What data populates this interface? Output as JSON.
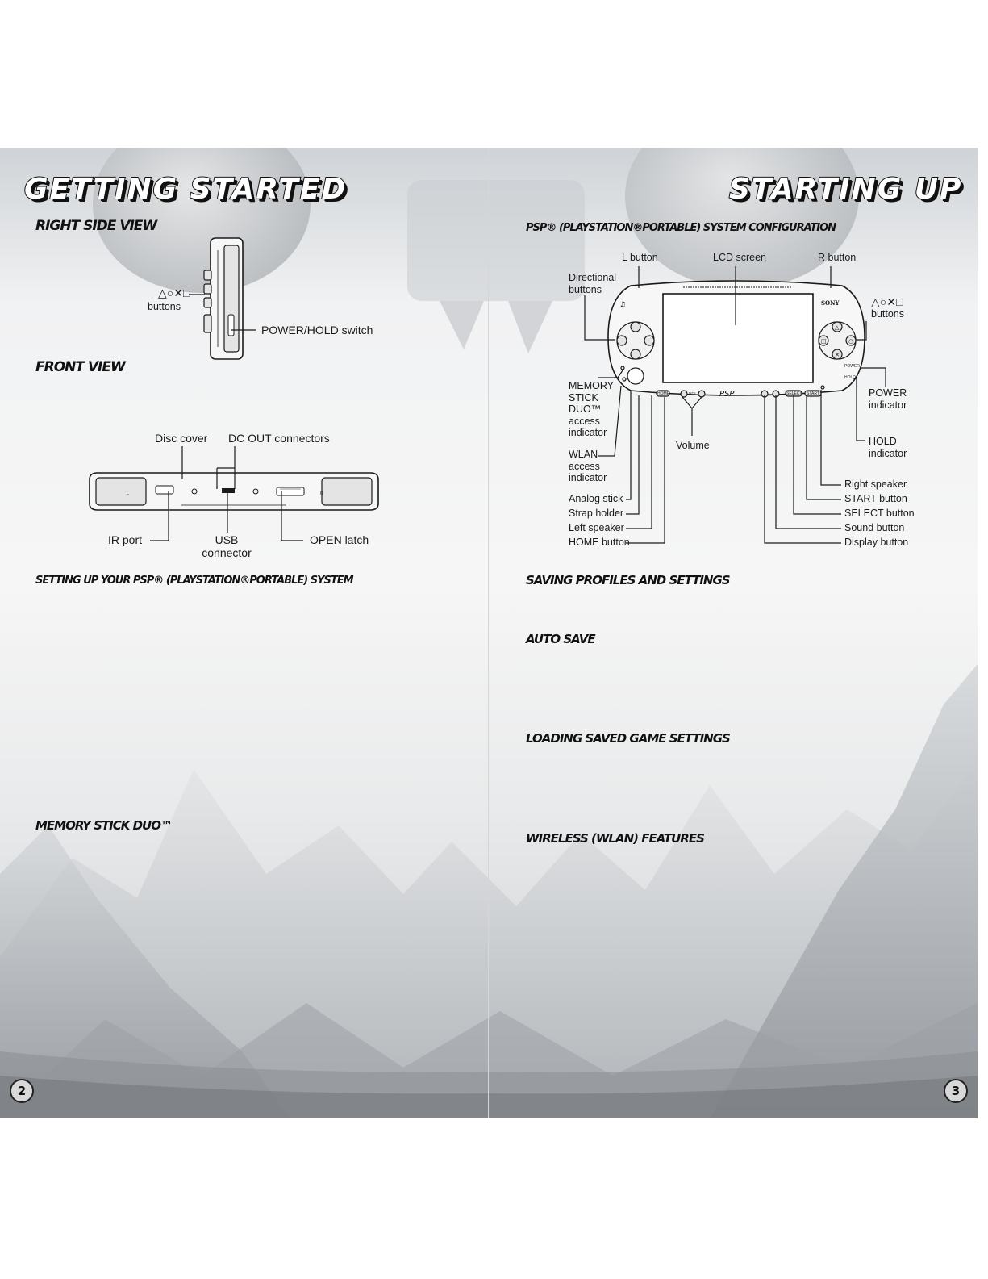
{
  "left_page": {
    "banner": "Getting Started",
    "right_side_view": {
      "heading": "Right Side View",
      "labels": {
        "buttons_symbols": "△○✕□",
        "buttons": "buttons",
        "power_hold": "POWER/HOLD switch"
      }
    },
    "front_view": {
      "heading": "Front View",
      "labels": {
        "disc_cover": "Disc cover",
        "dc_out": "DC OUT connectors",
        "ir_port": "IR port",
        "usb_line1": "USB",
        "usb_line2": "connector",
        "open_latch": "OPEN latch",
        "shoulder_l": "L",
        "shoulder_r": "R"
      }
    },
    "setup_heading": "Setting up your PSP® (PlayStation®Portable) system",
    "memory_heading": "Memory Stick Duo™",
    "page_number": "2"
  },
  "right_page": {
    "banner": "Starting Up",
    "config_heading": "PSP® (PlayStation®Portable) system configuration",
    "labels": {
      "l_button": "L button",
      "lcd_screen": "LCD screen",
      "r_button": "R button",
      "directional_1": "Directional",
      "directional_2": "buttons",
      "symbols": "△○✕□",
      "buttons": "buttons",
      "memory_1": "MEMORY",
      "memory_2": "STICK",
      "memory_3": "DUO™",
      "memory_4": "access",
      "memory_5": "indicator",
      "power_ind_1": "POWER",
      "power_ind_2": "indicator",
      "hold_ind_1": "HOLD",
      "hold_ind_2": "indicator",
      "volume": "Volume",
      "wlan_1": "WLAN",
      "wlan_2": "access",
      "wlan_3": "indicator",
      "analog_stick": "Analog stick",
      "strap_holder": "Strap holder",
      "left_speaker": "Left speaker",
      "home_button": "HOME button",
      "right_speaker": "Right speaker",
      "start_button": "START button",
      "select_button": "SELECT button",
      "sound_button": "Sound button",
      "display_button": "Display button"
    },
    "device_marks": {
      "brand": "SONY",
      "home": "HOME",
      "vol": "VOL",
      "select": "SELECT",
      "start": "START",
      "power": "POWER",
      "hold": "HOLD",
      "logo": "PSP"
    },
    "saving_heading": "Saving Profiles and Settings",
    "autosave_heading": "Auto Save",
    "loading_heading": "Loading Saved Game Settings",
    "wireless_heading": "Wireless (WLAN) Features",
    "page_number": "3"
  }
}
